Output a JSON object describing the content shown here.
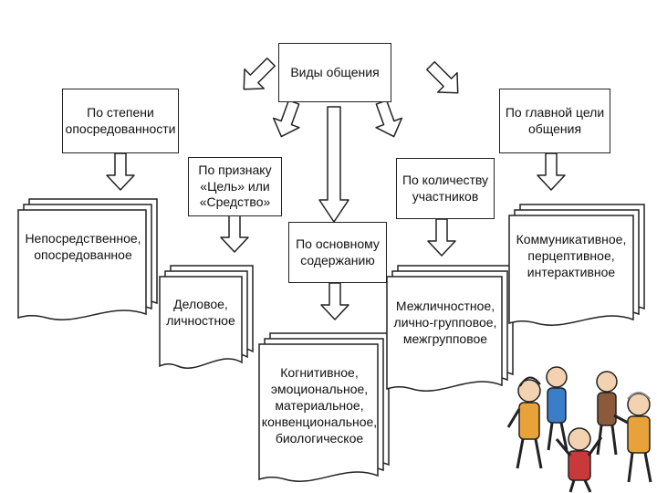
{
  "diagram": {
    "root": "Виды общения",
    "categories": [
      {
        "label": "По степени\nопосредованности",
        "result": "Непосредственное,\nопосредованное"
      },
      {
        "label": "По признаку\n«Цель» или\n«Средство»",
        "result": "Деловое,\nличностное"
      },
      {
        "label": "По основному\nсодержанию",
        "result": "Когнитивное,\nэмоциональное,\nматериальное,\nконвенциональное,\nбиологическое"
      },
      {
        "label": "По количеству\nучастников",
        "result": "Межличностное,\nлично-групповое,\nмежгрупповое"
      },
      {
        "label": "По главной цели\nобщения",
        "result": "Коммуникативное,\nперцептивное,\nинтерактивное"
      }
    ]
  },
  "colors": {
    "stroke": "#222222",
    "box_fill": "#ffffff",
    "arrow_fill": "#ffffff",
    "figure_accent_1": "#e8a23a",
    "figure_accent_2": "#3a7dc8",
    "figure_accent_3": "#c83a3a"
  },
  "icons": [
    "block-arrow-icon",
    "document-stack-icon",
    "cartoon-people-illustration"
  ]
}
